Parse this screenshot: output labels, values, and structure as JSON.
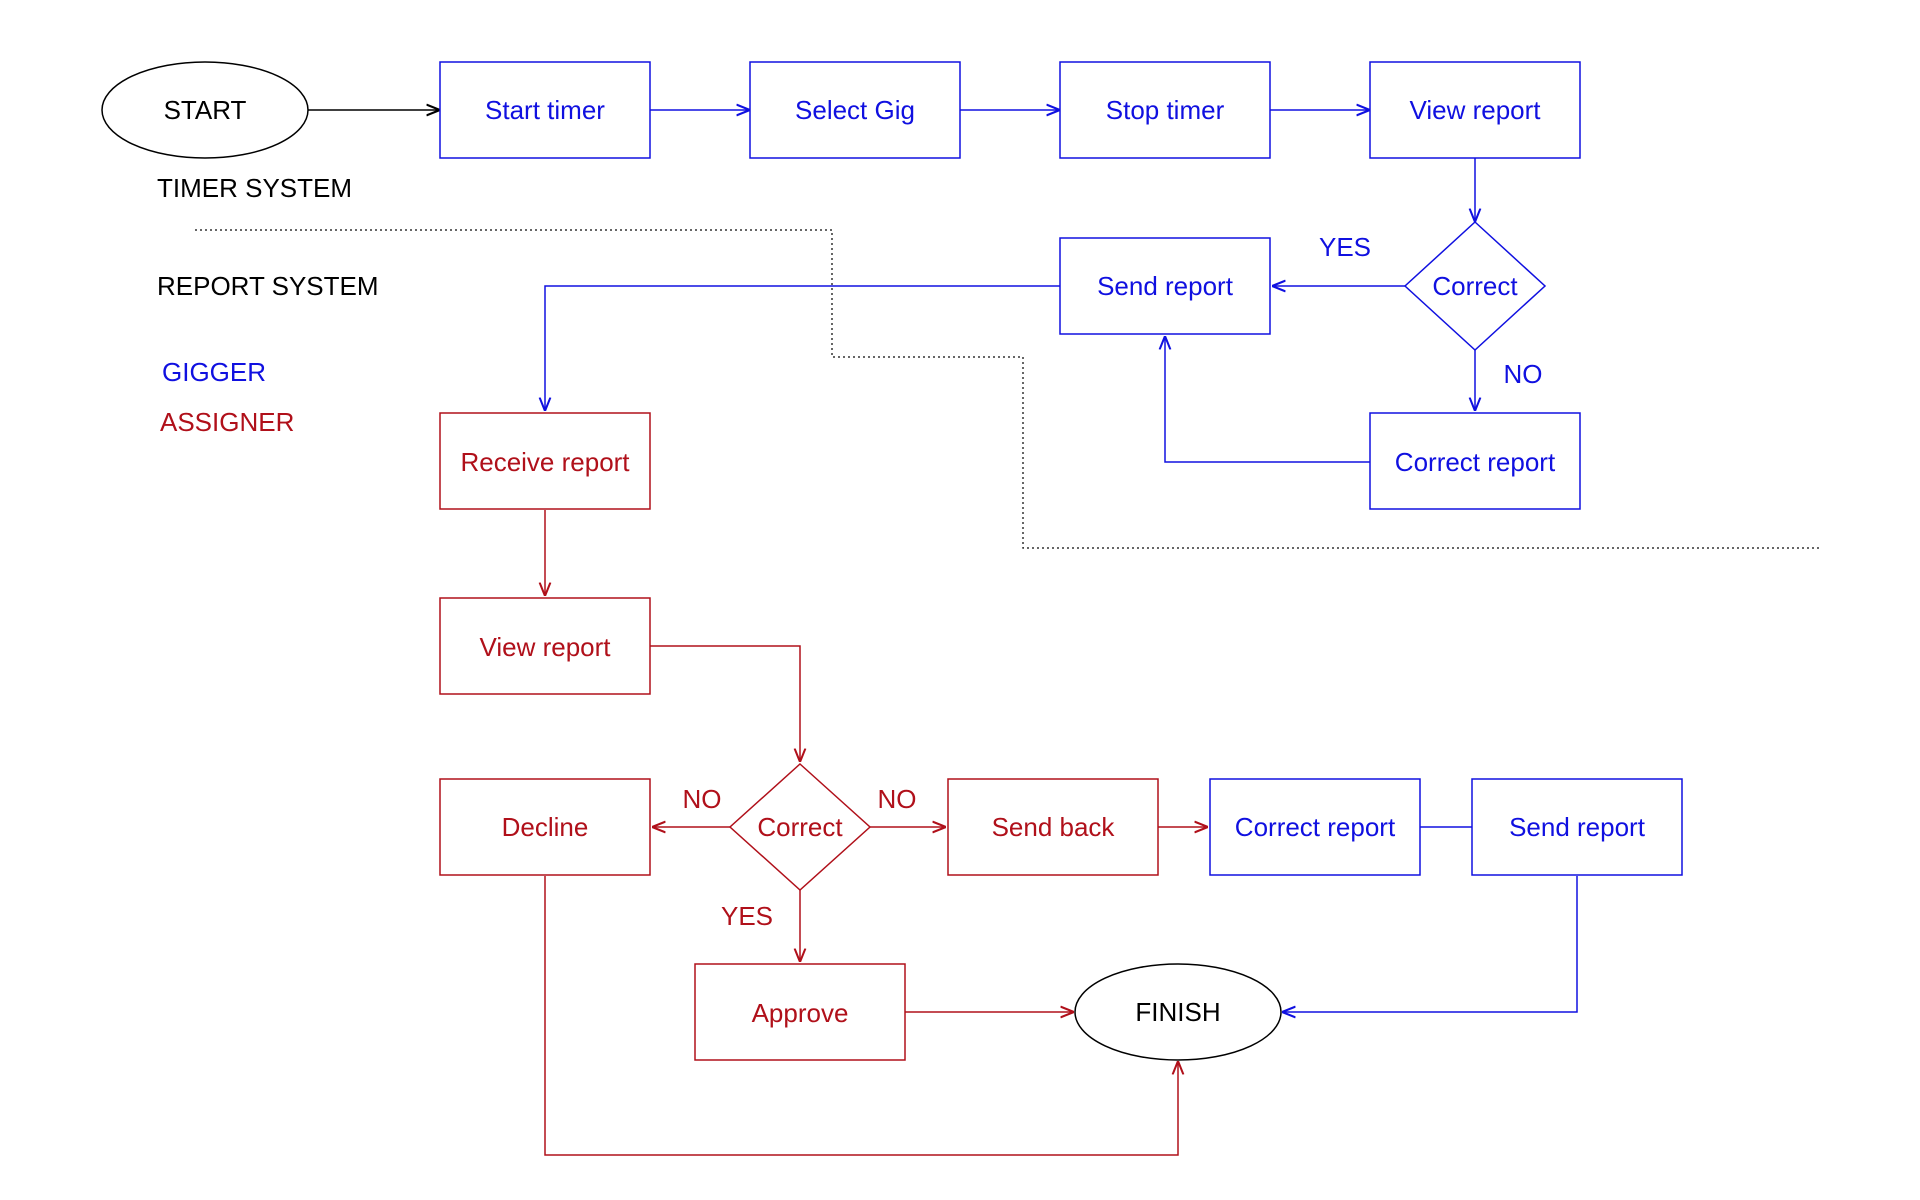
{
  "colors": {
    "gigger": "#1010e0",
    "assigner": "#b0101a",
    "neutral": "#000000"
  },
  "sections": {
    "timer": "TIMER SYSTEM",
    "report": "REPORT SYSTEM"
  },
  "legend": {
    "gigger": "GIGGER",
    "assigner": "ASSIGNER"
  },
  "terminals": {
    "start": "START",
    "finish": "FINISH"
  },
  "gigger_nodes": {
    "start_timer": "Start timer",
    "select_gig": "Select Gig",
    "stop_timer": "Stop timer",
    "view_report": "View report",
    "correct_decision": "Correct",
    "send_report": "Send report",
    "correct_report": "Correct report",
    "correct_report_2": "Correct report",
    "send_report_2": "Send report"
  },
  "assigner_nodes": {
    "receive_report": "Receive report",
    "view_report": "View report",
    "correct_decision": "Correct",
    "decline": "Decline",
    "send_back": "Send back",
    "approve": "Approve"
  },
  "edge_labels": {
    "gigger_yes": "YES",
    "gigger_no": "NO",
    "assigner_no_left": "NO",
    "assigner_no_right": "NO",
    "assigner_yes": "YES"
  }
}
